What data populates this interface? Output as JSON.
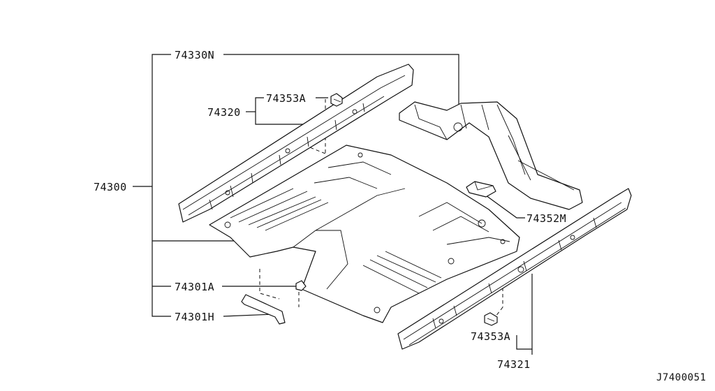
{
  "labels": {
    "p74330N": "74330N",
    "p74353A_top": "74353A",
    "p74320": "74320",
    "p74300": "74300",
    "p74352M": "74352M",
    "p74301A": "74301A",
    "p74301H": "74301H",
    "p74353A_bottom": "74353A",
    "p74321": "74321",
    "diagram_code": "J7400051"
  }
}
